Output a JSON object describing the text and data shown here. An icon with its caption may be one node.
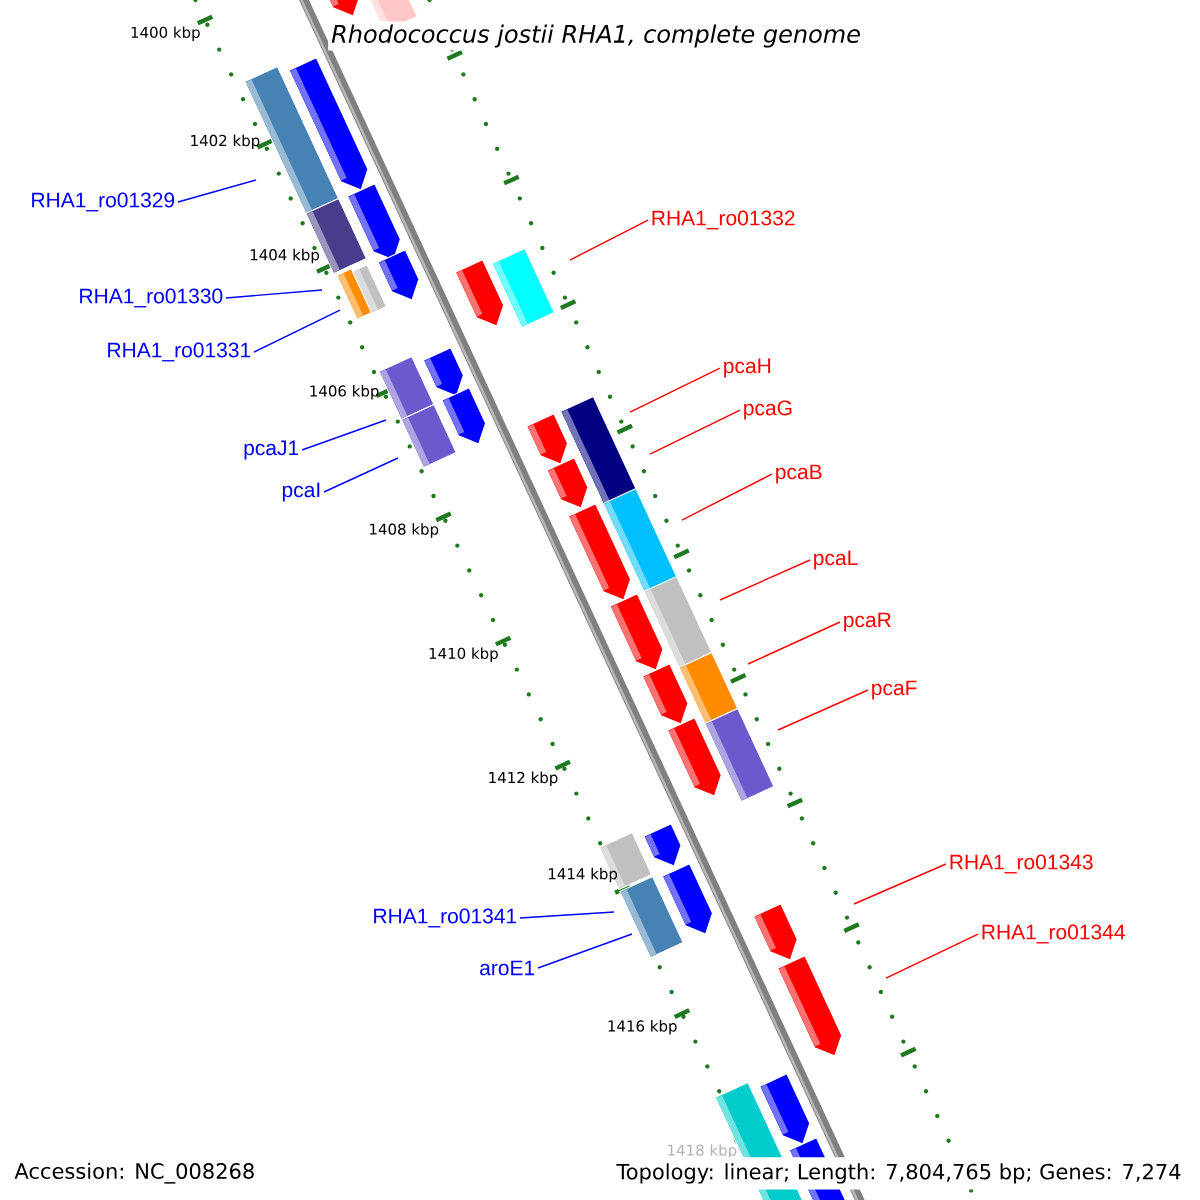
{
  "diagram": {
    "title": "Rhodococcus jostii RHA1, complete genome",
    "nodes": [
      {
        "text": [
          "RHA1_ro01329"
        ]
      },
      {
        "text": [
          "RHA1_ro01332"
        ]
      },
      {
        "text": [
          "RHA1_ro01330"
        ]
      },
      {
        "text": [
          "RHA1_ro01331"
        ]
      },
      {
        "text": [
          "pcaH"
        ]
      },
      {
        "text": [
          "pcaG"
        ]
      },
      {
        "text": [
          "pcaJ1"
        ]
      },
      {
        "text": [
          "pcaB"
        ]
      },
      {
        "text": [
          "pcaI"
        ]
      },
      {
        "text": [
          "pcaL"
        ]
      },
      {
        "text": [
          "pcaR"
        ]
      },
      {
        "text": [
          "pcaF"
        ]
      },
      {
        "text": [
          "RHA1_ro01343"
        ]
      },
      {
        "text": [
          "RHA1_ro01341"
        ]
      },
      {
        "text": [
          "RHA1_ro01344"
        ]
      },
      {
        "text": [
          "aroE1"
        ]
      }
    ],
    "edges": [
      {
        "from": 0,
        "to": null,
        "arrow": "none",
        "color": "#0000ff"
      },
      {
        "from": 1,
        "to": null,
        "arrow": "none"
      },
      {
        "from": 2,
        "to": null,
        "arrow": "none",
        "color": "#0000ff"
      },
      {
        "from": 3,
        "to": null,
        "arrow": "none",
        "color": "#0000ff"
      },
      {
        "from": 4,
        "to": null,
        "arrow": "none"
      },
      {
        "from": 5,
        "to": null,
        "arrow": "none"
      },
      {
        "from": 6,
        "to": null,
        "arrow": "none",
        "color": "#0000ff"
      },
      {
        "from": 7,
        "to": null,
        "arrow": "none"
      },
      {
        "from": 8,
        "to": null,
        "arrow": "none",
        "color": "#0000ff"
      },
      {
        "from": 9,
        "to": null,
        "arrow": "none"
      },
      {
        "from": 10,
        "to": null,
        "arrow": "none"
      },
      {
        "from": 11,
        "to": null,
        "arrow": "none"
      },
      {
        "from": 12,
        "to": null,
        "arrow": "none"
      },
      {
        "from": 13,
        "to": null,
        "arrow": "none",
        "color": "#0000ff"
      },
      {
        "from": 14,
        "to": null,
        "arrow": "none"
      },
      {
        "from": 15,
        "to": null,
        "arrow": "none",
        "color": "#0000ff"
      }
    ],
    "labels": [
      "1400 kbp",
      "1402 kbp",
      "1404 kbp",
      "1406 kbp",
      "1408 kbp",
      "1410 kbp",
      "1412 kbp",
      "1414 kbp",
      "1416 kbp",
      "1418 kbp",
      "Accession: NC_008268",
      "Topology: linear; Length: 7,804,765 bp; Genes: 7,274"
    ]
  }
}
